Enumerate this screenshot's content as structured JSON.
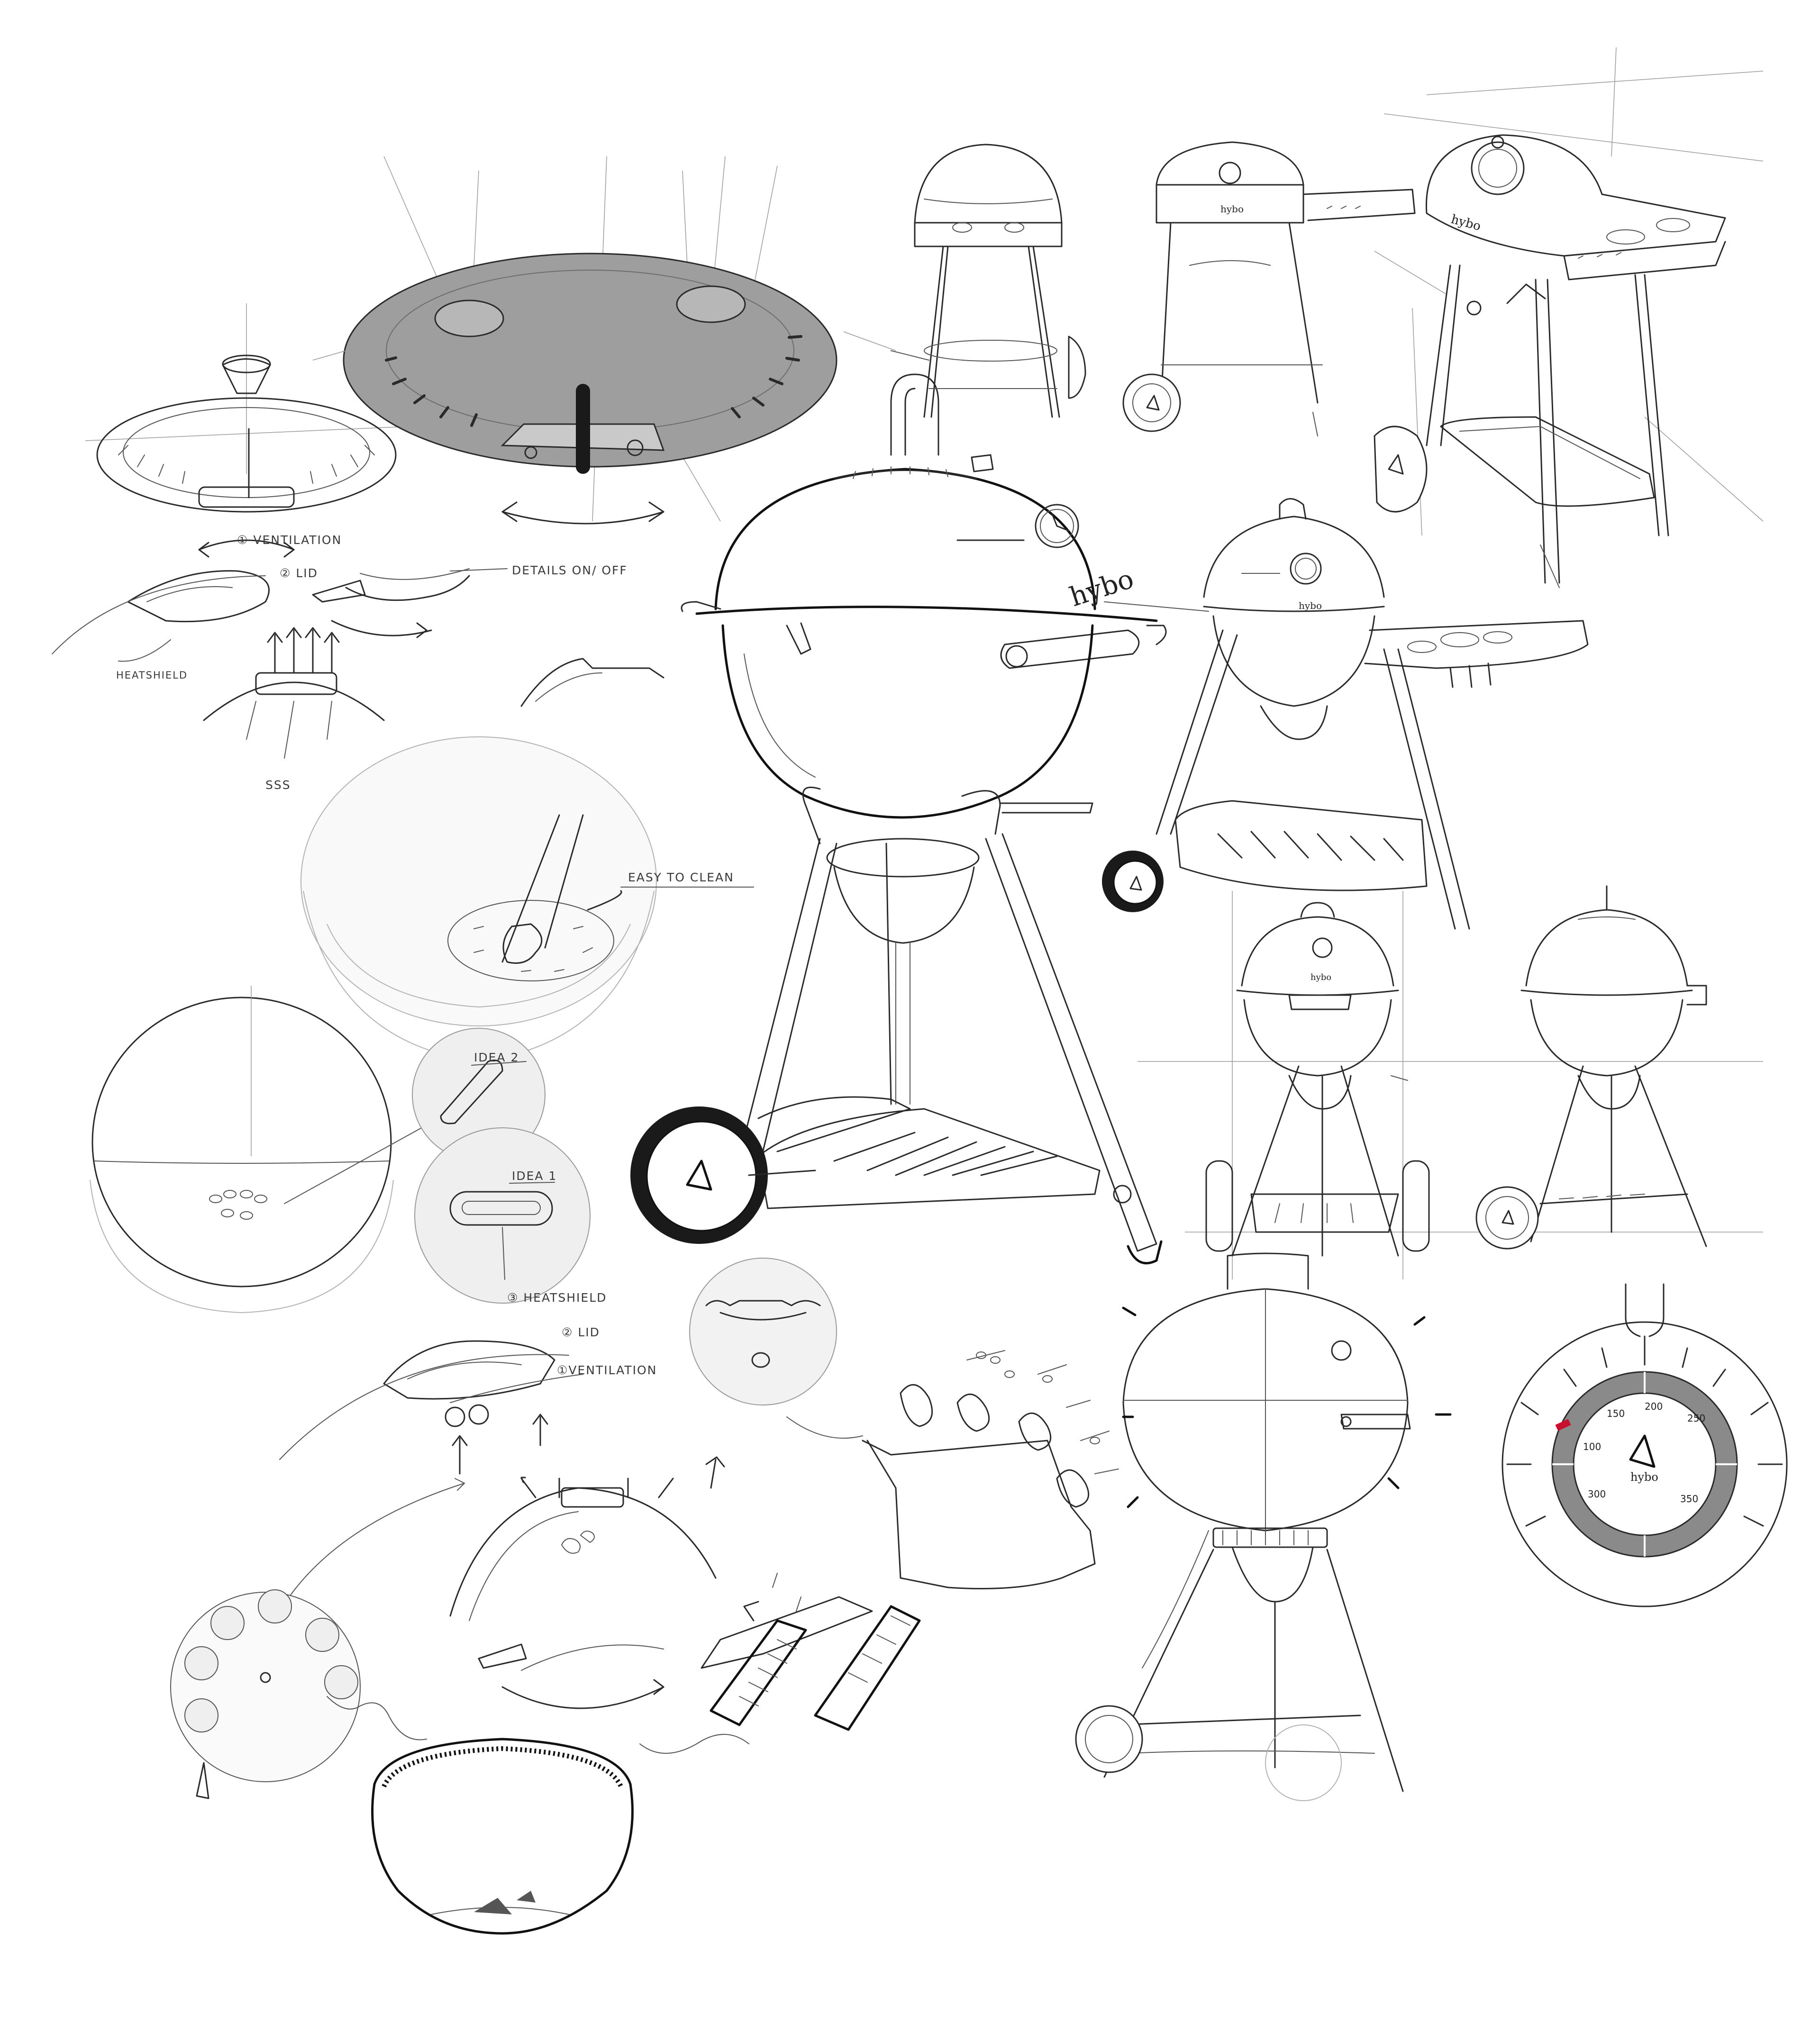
{
  "annotations": {
    "ventilation_top": "① VENTILATION",
    "lid_top": "② LID",
    "details_on_off": "DETAILS ON/ OFF",
    "heatshield_top": "HEATSHIELD",
    "sss": "SSS",
    "easy_to_clean": "EASY TO CLEAN",
    "idea_2": "IDEA 2",
    "idea_1": "IDEA 1",
    "heatshield_bottom": "③ HEATSHIELD",
    "lid_bottom": "② LID",
    "ventilation_bottom": "①VENTILATION"
  },
  "brand": {
    "wordmark": "hybo"
  },
  "thermometer_gauge": {
    "scale_labels": [
      "100",
      "150",
      "200",
      "250",
      "300",
      "350"
    ]
  },
  "colors": {
    "ink": "#2a2a2a",
    "lid_tone": "#9e9e9e",
    "wheel_black": "#1a1a1a",
    "gauge_ring": "#8a8a8a",
    "gauge_accent": "#c8102e",
    "paper": "#ffffff"
  }
}
